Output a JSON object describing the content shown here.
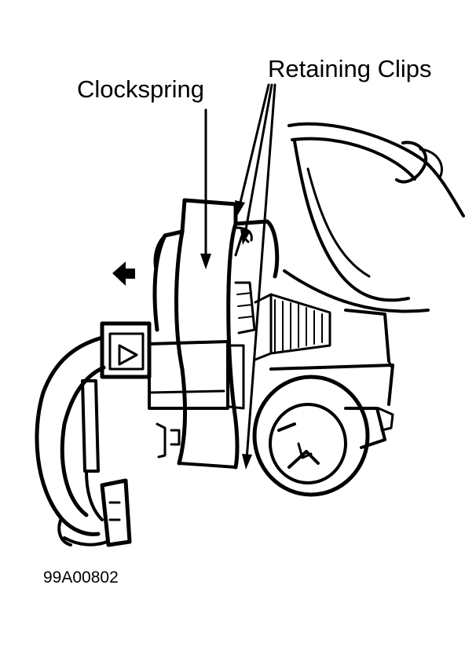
{
  "callouts": {
    "clockspring": "Clockspring",
    "retaining_clips": "Retaining Clips"
  },
  "figure_id": "99A00802",
  "colors": {
    "ink": "#000000",
    "paper": "#ffffff"
  },
  "icons": {
    "direction_arrow": "left-arrow-icon"
  }
}
